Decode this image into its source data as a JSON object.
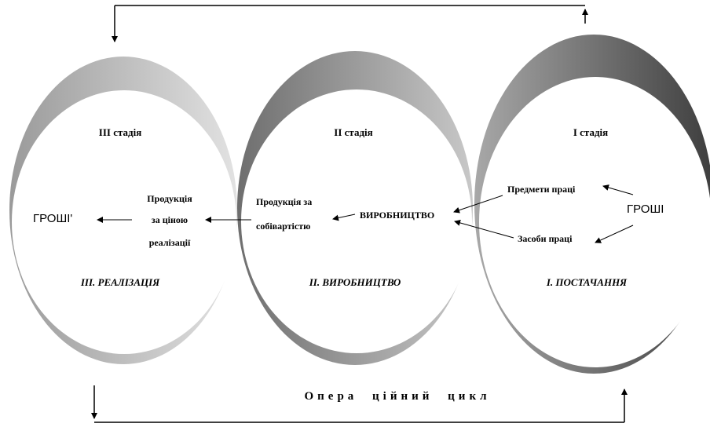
{
  "stages": {
    "stage3": {
      "title": "ІІІ стадія",
      "footer": "ІІІ. РЕАЛІЗАЦІЯ"
    },
    "stage2": {
      "title": "ІІ стадія",
      "footer": "ІІ. ВИРОБНИЦТВО"
    },
    "stage1": {
      "title": "І стадія",
      "footer": "І. ПОСТАЧАННЯ"
    }
  },
  "nodes": {
    "money_end": "ГРОШІ'",
    "product_sale_l1": "Продукція",
    "product_sale_l2": "за ціною",
    "product_sale_l3": "реалізації",
    "product_cost_l1": "Продукція  за",
    "product_cost_l2": "собівартістю",
    "production": "ВИРОБНИЦТВО",
    "labor_objects": "Предмети праці",
    "labor_means": "Засоби праці",
    "money_start": "ГРОШІ"
  },
  "cycle_label": "Опера ційний      цикл",
  "colors": {
    "stage3_light": "#e2e2e2",
    "stage3_dark": "#9a9a9a",
    "stage2_light": "#c8c8c8",
    "stage2_dark": "#6e6e6e",
    "stage1_light": "#a8a8a8",
    "stage1_dark": "#3e3e3e",
    "line": "#000000"
  }
}
